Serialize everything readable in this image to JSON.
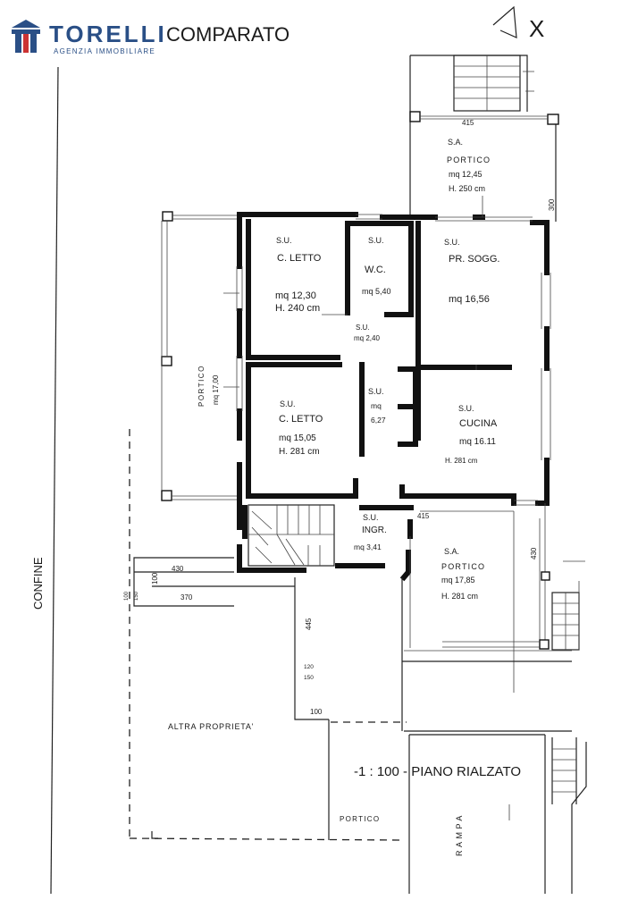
{
  "header": {
    "brand": "TORELLI",
    "tagline": "AGENZIA IMMOBILIARE",
    "status": "COMPARATO",
    "logo_color": "#2a4f86"
  },
  "compass": {
    "mark": "X"
  },
  "side_label": "CONFINE",
  "rooms": [
    {
      "id": "portico-top",
      "lines": [
        "S.A.",
        "PORTICO",
        "mq 12,45",
        "H. 250 cm"
      ]
    },
    {
      "id": "bedroom-1",
      "lines": [
        "S.U.",
        "C. LETTO",
        "mq 12,30",
        "H. 240 cm"
      ]
    },
    {
      "id": "wc",
      "lines": [
        "S.U.",
        "W.C.",
        "mq 5,40"
      ]
    },
    {
      "id": "hall",
      "lines": [
        "S.U.",
        "mq 2,40"
      ]
    },
    {
      "id": "living",
      "lines": [
        "S.U.",
        "PR. SOGG.",
        "mq 16,56"
      ]
    },
    {
      "id": "corridor",
      "lines": [
        "S.U.",
        "mq",
        "6,27"
      ]
    },
    {
      "id": "bedroom-2",
      "lines": [
        "S.U.",
        "C. LETTO",
        "mq 15,05",
        "H. 281 cm"
      ]
    },
    {
      "id": "kitchen",
      "lines": [
        "S.U.",
        "CUCINA",
        "mq 16.11",
        "H. 281 cm"
      ]
    },
    {
      "id": "portico-left",
      "lines": [
        "PORTICO",
        "mq 17,00"
      ]
    },
    {
      "id": "entrance",
      "lines": [
        "S.U.",
        "INGR.",
        "mq 3,41"
      ]
    },
    {
      "id": "portico-right",
      "lines": [
        "S.A.",
        "PORTICO",
        "mq 17,85",
        "H. 281 cm"
      ]
    }
  ],
  "dimensions": [
    "415",
    "300",
    "415",
    "430",
    "430",
    "370",
    "100",
    "150",
    "100",
    "445",
    "120",
    "150",
    "100"
  ],
  "other_property": "ALTRA  PROPRIETA'",
  "bottom_portico": "PORTICO",
  "ramp": "RAMPA",
  "scale_title": "-1 : 100 - PIANO RIALZATO"
}
